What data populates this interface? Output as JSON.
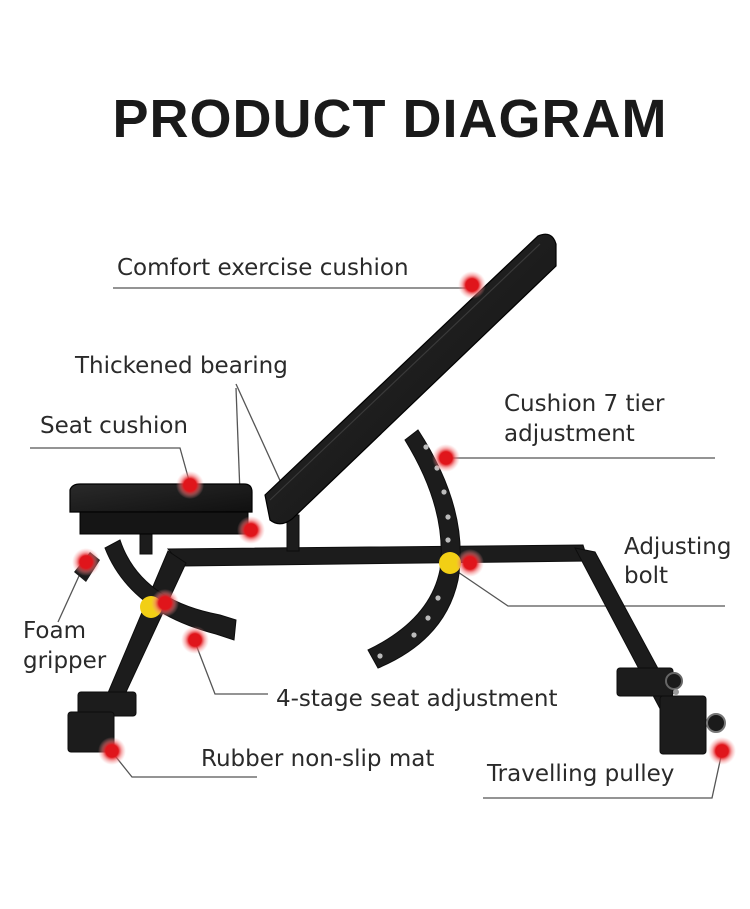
{
  "title": "PRODUCT DIAGRAM",
  "callouts": {
    "comfort_cushion": "Comfort exercise cushion",
    "thickened_bearing": "Thickened bearing",
    "seat_cushion": "Seat cushion",
    "cushion_tier_line1": "Cushion 7 tier",
    "cushion_tier_line2": "adjustment",
    "adjusting_bolt_line1": "Adjusting",
    "adjusting_bolt_line2": "bolt",
    "foam_gripper_line1": "Foam",
    "foam_gripper_line2": "gripper",
    "seat_adjustment": "4-stage seat adjustment",
    "rubber_mat": "Rubber non-slip mat",
    "travelling_pulley": "Travelling pulley"
  },
  "colors": {
    "frame": "#1c1c1c",
    "marker_red": "#e0151b",
    "marker_yellow": "#f2cf15",
    "leader": "#555555"
  },
  "icons": {
    "hotspot": "red-dot-marker",
    "pivot": "yellow-dot-marker"
  }
}
